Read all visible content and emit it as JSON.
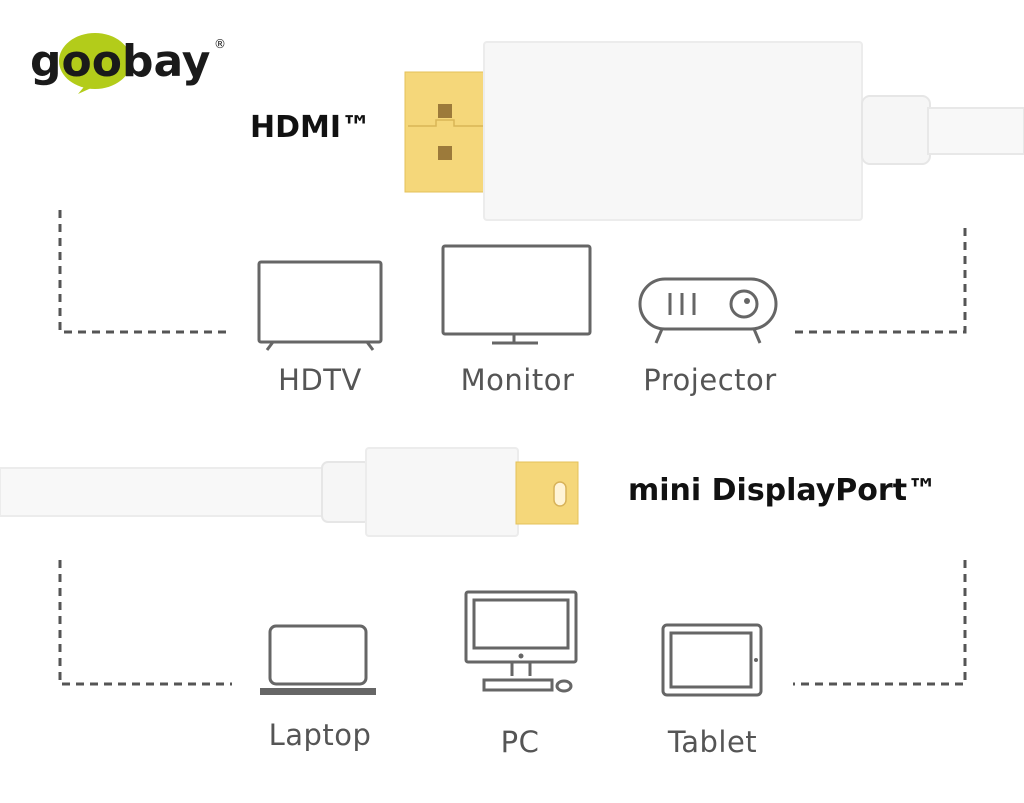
{
  "brand": {
    "name": "goobay",
    "registered": "®",
    "accent": "#b3cc1a"
  },
  "connectors": {
    "top": {
      "label": "HDMI™"
    },
    "bottom": {
      "label": "mini DisplayPort™"
    }
  },
  "devices_top": [
    {
      "label": "HDTV",
      "icon": "tv-icon"
    },
    {
      "label": "Monitor",
      "icon": "monitor-icon"
    },
    {
      "label": "Projector",
      "icon": "projector-icon"
    }
  ],
  "devices_bottom": [
    {
      "label": "Laptop",
      "icon": "laptop-icon"
    },
    {
      "label": "PC",
      "icon": "desktop-pc-icon"
    },
    {
      "label": "Tablet",
      "icon": "tablet-icon"
    }
  ],
  "colors": {
    "gold": "#f5d77a",
    "cable": "#f4f4f4"
  }
}
